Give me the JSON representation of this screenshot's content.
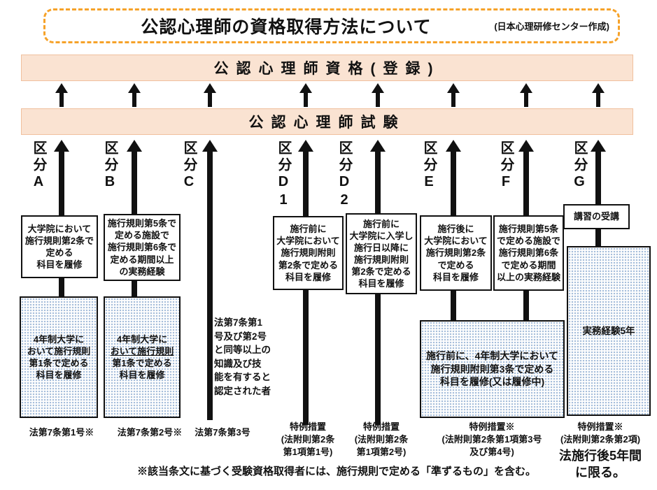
{
  "header": {
    "title": "公認心理師の資格取得方法について",
    "credit": "(日本心理研修センター作成)"
  },
  "bars": {
    "registration": "公認心理師資格(登録)",
    "exam": "公認心理師試験"
  },
  "columns": {
    "a": {
      "label": "区分A",
      "box1": "大学院において\n施行規則第2条で\n定める\n科目を履修",
      "box2": "4年制大学に\nおいて施行規則\n第1条で定める\n科目を履修",
      "law": "法第7条第1号※"
    },
    "b": {
      "label": "区分B",
      "box1": "施行規則第5条で\n定める施設で\n施行規則第6条で\n定める期間以上\nの実務経験",
      "box2_pre": "4年制大学に\n",
      "box2_underline": "おいて施行規則",
      "box2_post": "\n第1条で定める\n科目を履修",
      "law": "法第7条第2号※"
    },
    "c": {
      "label": "区分C",
      "text": "法第7条第1\n号及び第2号\nと同等以上の\n知識及び技\n能を有すると\n認定された者",
      "law": "法第7条第3号"
    },
    "d1": {
      "label": "区分D1",
      "box1": "施行前に\n大学院において\n施行規則附則\n第2条で定める\n科目を履修",
      "law": "特例措置\n(法附則第2条\n第1項第1号)"
    },
    "d2": {
      "label": "区分D2",
      "box1": "施行前に\n大学院に入学し\n施行日以降に\n施行規則附則\n第2条で定める\n科目を履修",
      "law": "特例措置\n(法附則第2条\n第1項第2号)"
    },
    "e": {
      "label": "区分E",
      "box1": "施行後に\n大学院において\n施行規則第2条\nで定める\n科目を履修"
    },
    "f": {
      "label": "区分F",
      "box1": "施行規則第5条\nで定める施設で\n施行規則第6条\nで定める期間\n以上の実務経験"
    },
    "ef_shared": {
      "box": "施行前に、4年制大学において\n施行規則附則第3条で定める\n科目を履修(又は履修中)",
      "law": "特例措置※\n(法附則第2条第1項第3号\n及び第4号)"
    },
    "g": {
      "label": "区分G",
      "box1": "講習の受講",
      "box2": "実務経験5年",
      "law": "特例措置※\n(法附則第2条第2項)",
      "law_note": "法施行後5年間\nに限る。"
    }
  },
  "footnote": "※該当条文に基づく受験資格取得者には、施行規則で定める「準ずるもの」を含む。",
  "colors": {
    "bar_fill": "#FAE3D2",
    "bar_border": "#F0C09E",
    "title_dash": "#F6A229",
    "arrow": "#111111",
    "dot_pattern": "#9FB9D8"
  }
}
